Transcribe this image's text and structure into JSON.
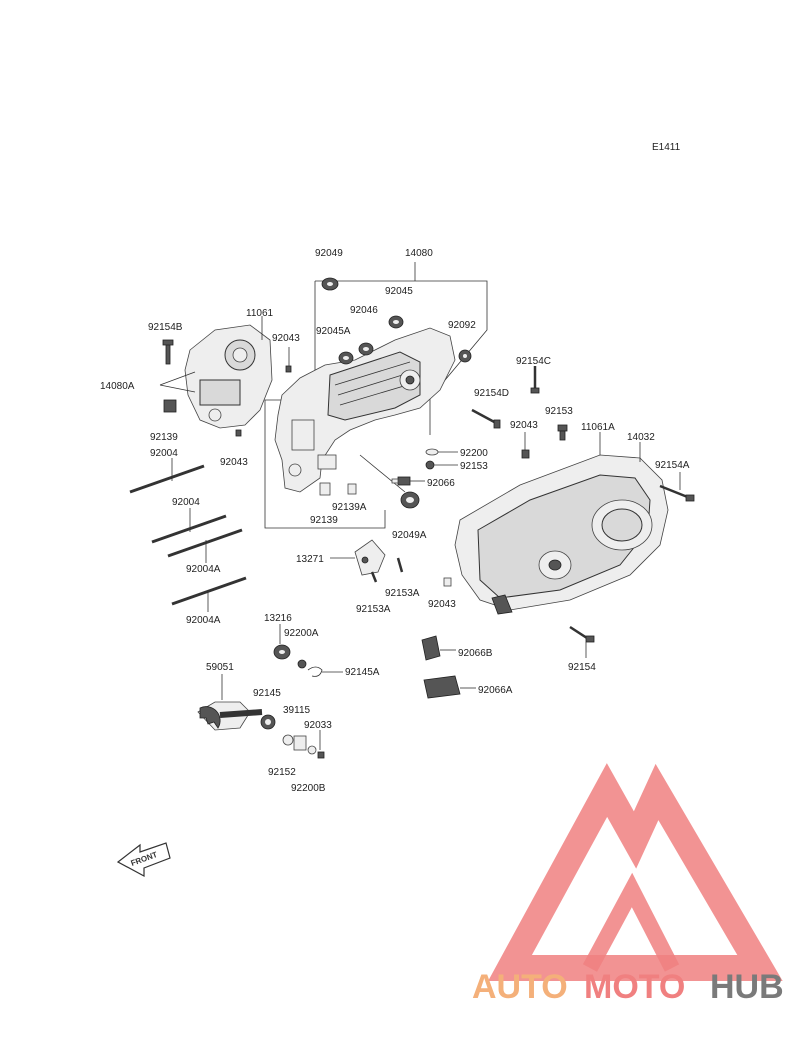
{
  "diagram_code": "E1411",
  "labels": {
    "l92049": "92049",
    "l14080": "14080",
    "l92045": "92045",
    "l92046": "92046",
    "l92045A": "92045A",
    "l92092": "92092",
    "l11061": "11061",
    "l92043a": "92043",
    "l92154B": "92154B",
    "l14080A": "14080A",
    "l92139a": "92139",
    "l92004a": "92004",
    "l92043b": "92043",
    "l92154C": "92154C",
    "l92154D": "92154D",
    "l92153a": "92153",
    "l92043c": "92043",
    "l11061A": "11061A",
    "l14032": "14032",
    "l92154A": "92154A",
    "l92200a": "92200",
    "l92153b": "92153",
    "l92066": "92066",
    "l92139A": "92139A",
    "l92139b": "92139",
    "l92049A": "92049A",
    "l92004b": "92004",
    "l92004Aa": "92004A",
    "l92004Ab": "92004A",
    "l13271": "13271",
    "l92153A1": "92153A",
    "l92153A2": "92153A",
    "l92043d": "92043",
    "l13216": "13216",
    "l92200A": "92200A",
    "l92145A": "92145A",
    "l92066B": "92066B",
    "l92066A": "92066A",
    "l92154": "92154",
    "l59051": "59051",
    "l92145": "92145",
    "l39115": "39115",
    "l92033": "92033",
    "l92152": "92152",
    "l92200B": "92200B"
  },
  "front_arrow": "FRONT",
  "watermark": {
    "part1": "AUTO",
    "part2": "MOTO",
    "part3": "HUB"
  },
  "colors": {
    "logo_red": "#f08080",
    "logo_orange": "#f4b07a",
    "logo_grey": "#7a7a7a"
  }
}
